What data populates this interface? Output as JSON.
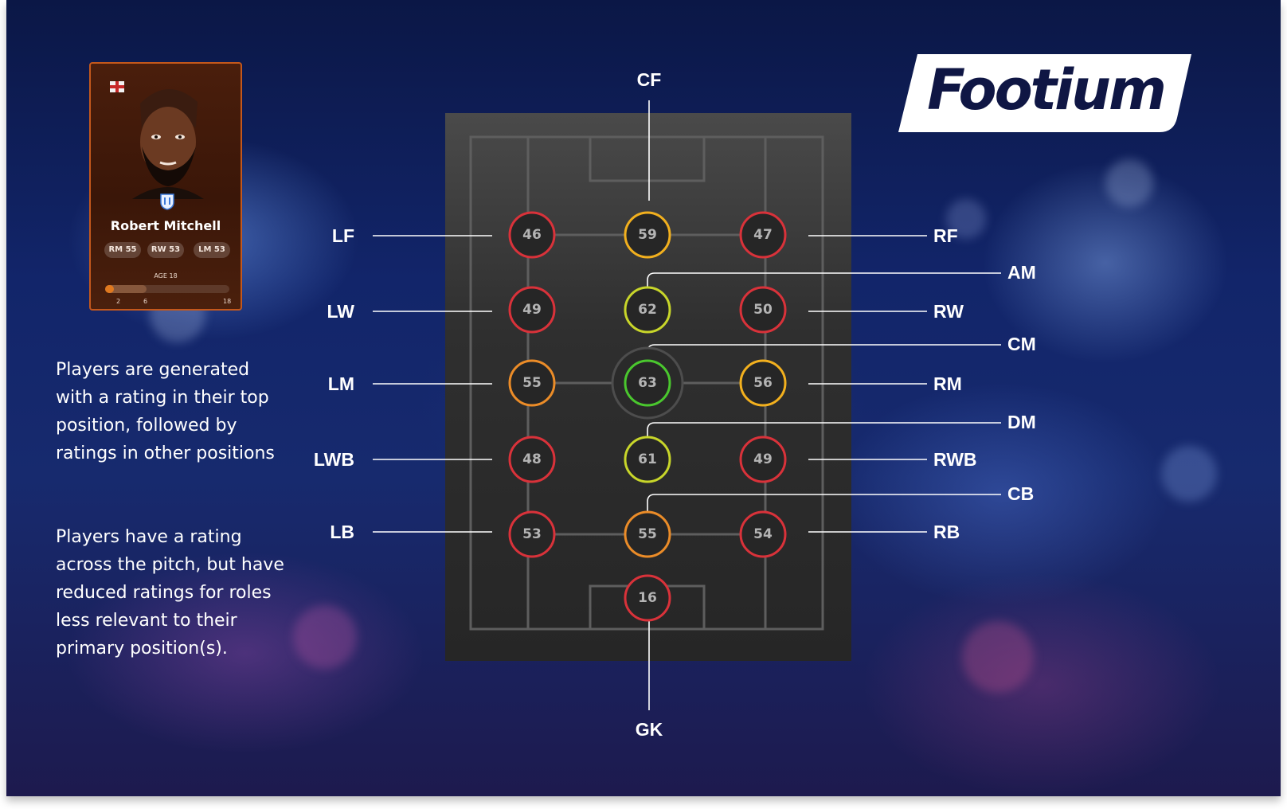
{
  "brand": {
    "logo_text": "Footium"
  },
  "player_card": {
    "name": "Robert Mitchell",
    "positions": [
      "RM 55",
      "RW 53",
      "LM 53"
    ],
    "age_label": "AGE 18",
    "age_ticks": [
      "2",
      "6",
      "18"
    ],
    "progress_fraction": 0.07
  },
  "description": {
    "paragraph1": "Players are generated with a rating in their top position, followed by ratings in other positions",
    "paragraph2": "Players have a rating across the pitch, but have reduced ratings for roles less relevant to their primary position(s)."
  },
  "positions": [
    {
      "id": "LF",
      "label": "LF",
      "rating": 46,
      "color": "#d9323a"
    },
    {
      "id": "CF",
      "label": "CF",
      "rating": 59,
      "color": "#f2b01e"
    },
    {
      "id": "RF",
      "label": "RF",
      "rating": 47,
      "color": "#d9323a"
    },
    {
      "id": "LW",
      "label": "LW",
      "rating": 49,
      "color": "#d9323a"
    },
    {
      "id": "AM",
      "label": "AM",
      "rating": 62,
      "color": "#c8d62a"
    },
    {
      "id": "RW",
      "label": "RW",
      "rating": 50,
      "color": "#d9323a"
    },
    {
      "id": "LM",
      "label": "LM",
      "rating": 55,
      "color": "#eb8c28"
    },
    {
      "id": "CM",
      "label": "CM",
      "rating": 63,
      "color": "#4ac72e"
    },
    {
      "id": "RM",
      "label": "RM",
      "rating": 56,
      "color": "#f2b01e"
    },
    {
      "id": "LWB",
      "label": "LWB",
      "rating": 48,
      "color": "#d9323a"
    },
    {
      "id": "DM",
      "label": "DM",
      "rating": 61,
      "color": "#c8d62a"
    },
    {
      "id": "RWB",
      "label": "RWB",
      "rating": 49,
      "color": "#d9323a"
    },
    {
      "id": "LB",
      "label": "LB",
      "rating": 53,
      "color": "#d9323a"
    },
    {
      "id": "CB",
      "label": "CB",
      "rating": 55,
      "color": "#eb8c28"
    },
    {
      "id": "RB",
      "label": "RB",
      "rating": 54,
      "color": "#d9323a"
    },
    {
      "id": "GK",
      "label": "GK",
      "rating": 16,
      "color": "#d9323a"
    }
  ]
}
